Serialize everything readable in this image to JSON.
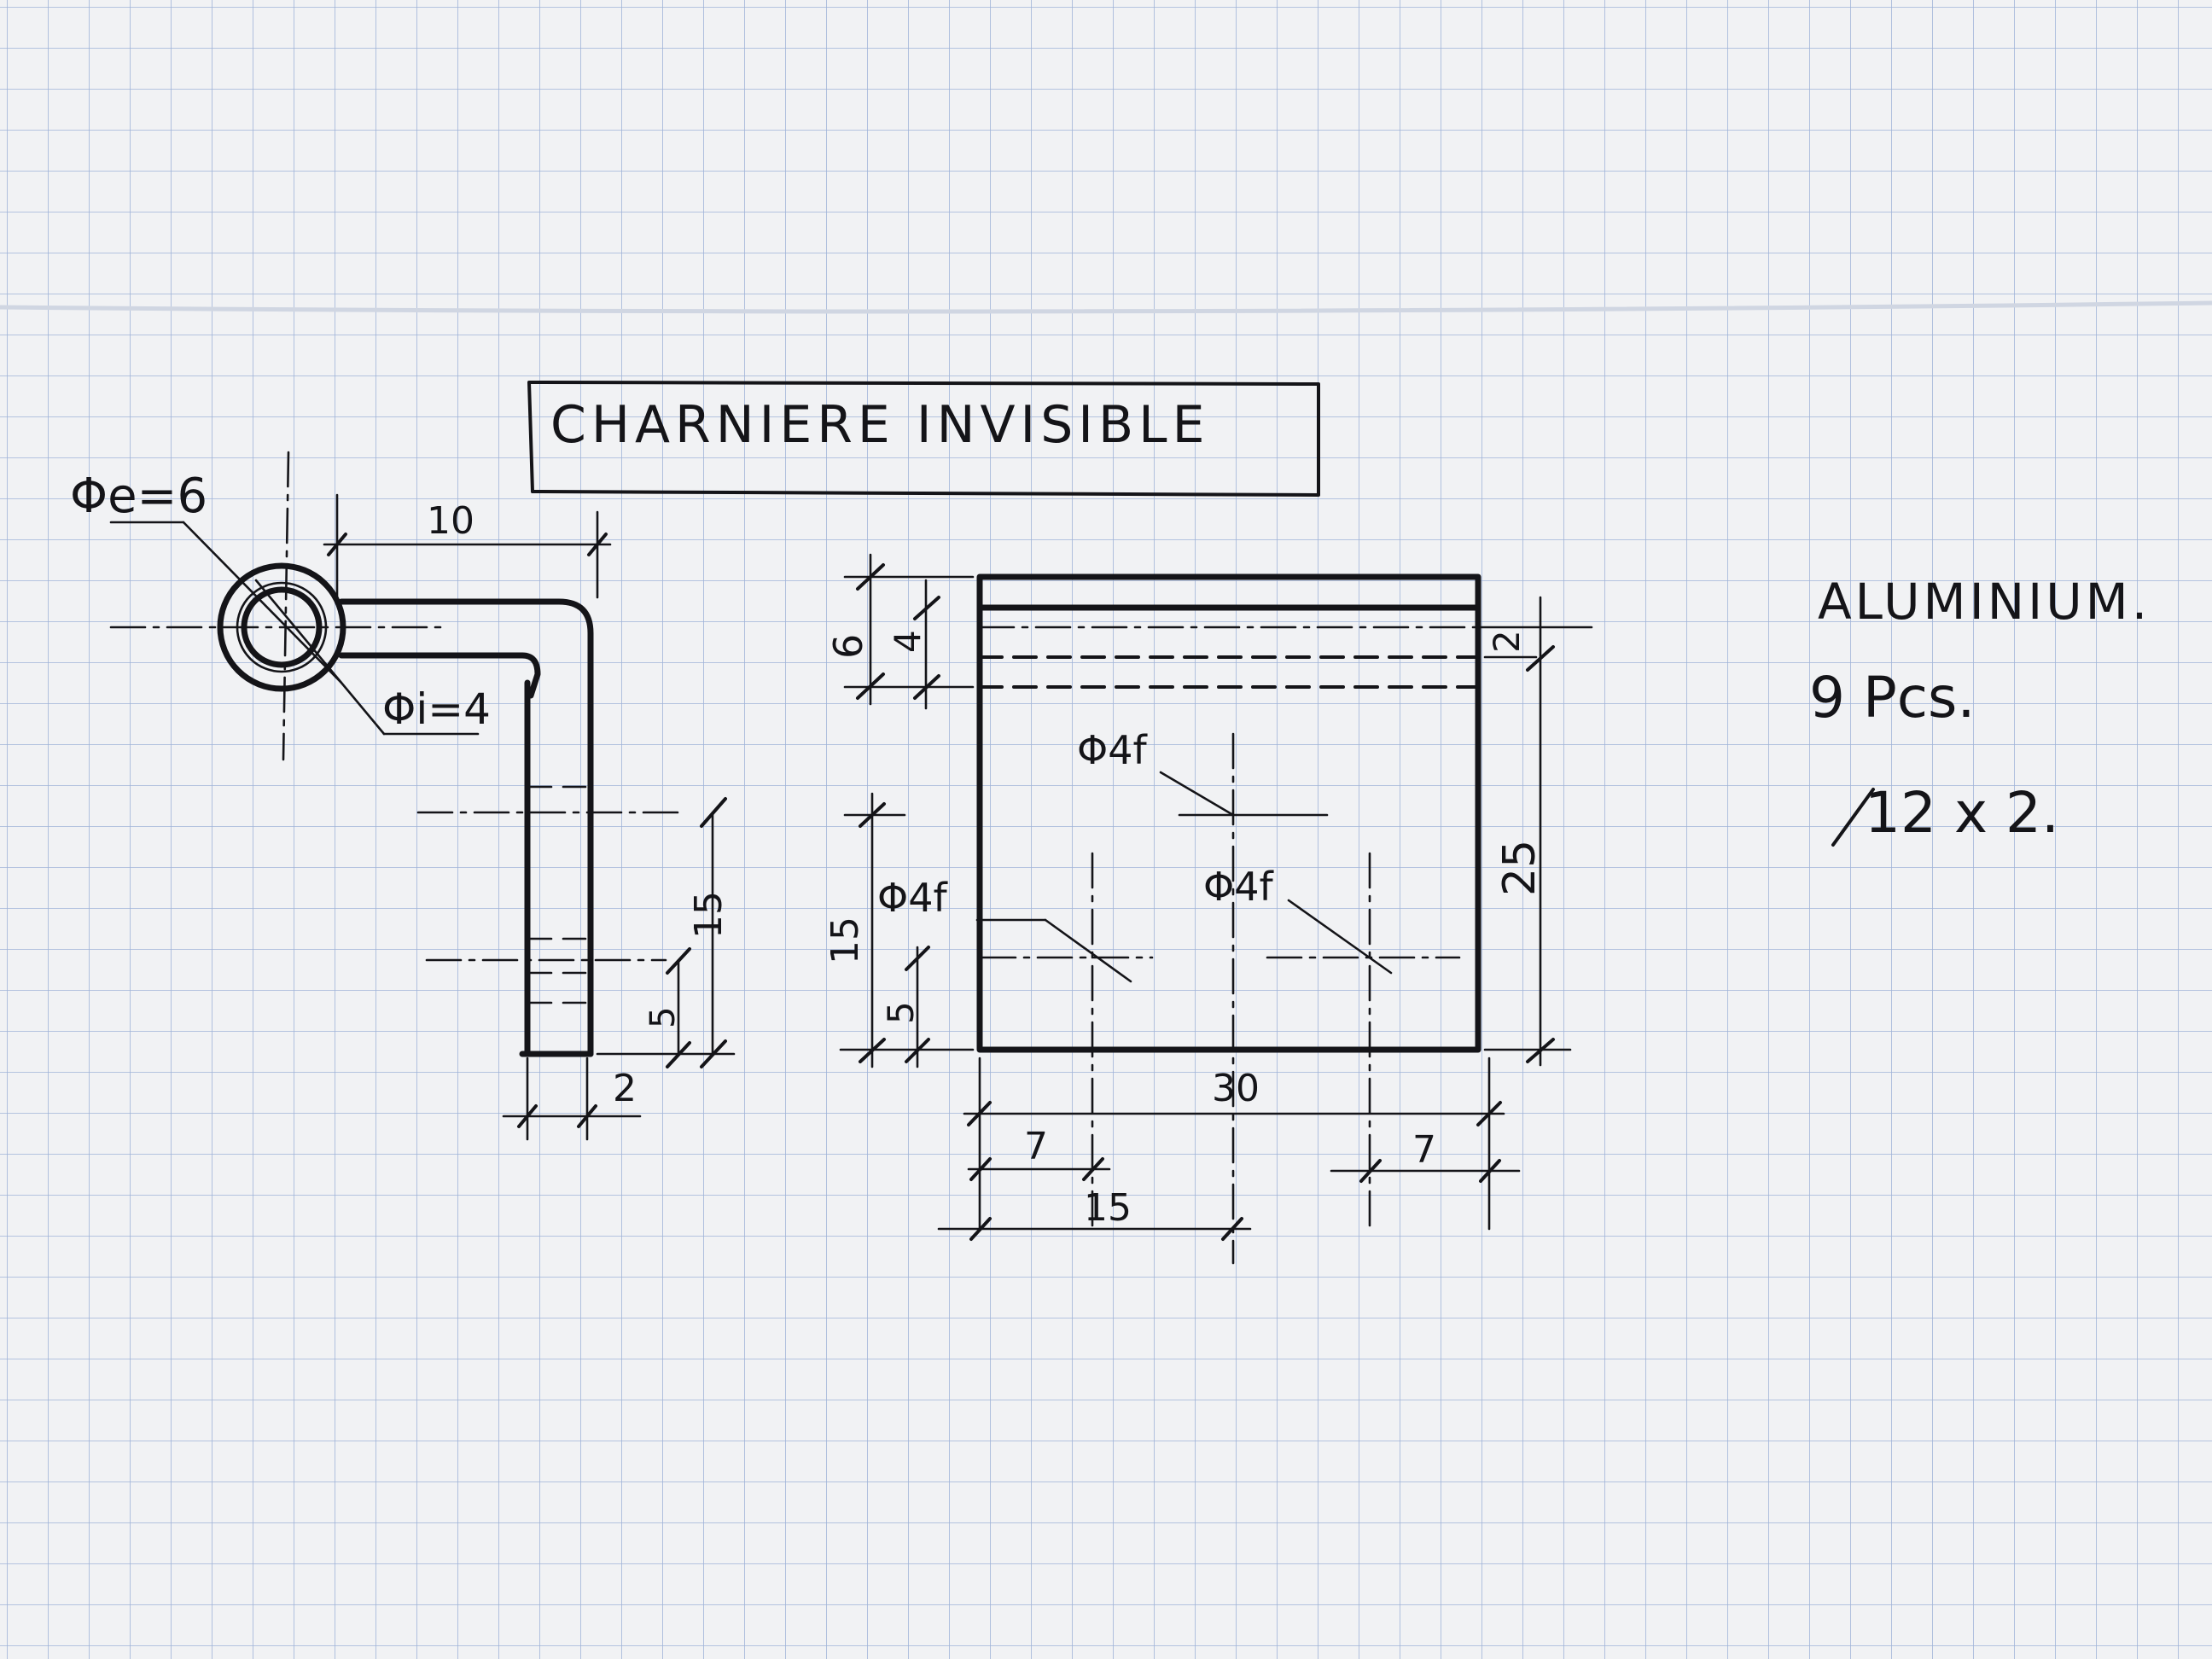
{
  "title": "CHARNIERE  INVISIBLE",
  "side_view": {
    "dia_outer": "Φe=6",
    "dia_inner": "Φi=4",
    "dim_width": "10",
    "dim_height": "15",
    "dim_hole_offset": "5",
    "dim_thickness": "2"
  },
  "front_view": {
    "dim_6": "6",
    "dim_4": "4",
    "dim_2": "2",
    "dim_25": "25",
    "dim_15": "15",
    "dim_5": "5",
    "dim_30": "30",
    "dim_7_left": "7",
    "dim_7_right": "7",
    "dim_15_bottom": "15",
    "hole_label_1": "Φ4f",
    "hole_label_2": "Φ4f",
    "hole_label_3": "Φ4f"
  },
  "notes": {
    "material": "ALUMINIUM.",
    "quantity": "9 Pcs.",
    "stock": "12 x 2."
  },
  "colors": {
    "paper": "#f1f2f4",
    "grid": "#9fb3d8",
    "ink": "#141418"
  }
}
